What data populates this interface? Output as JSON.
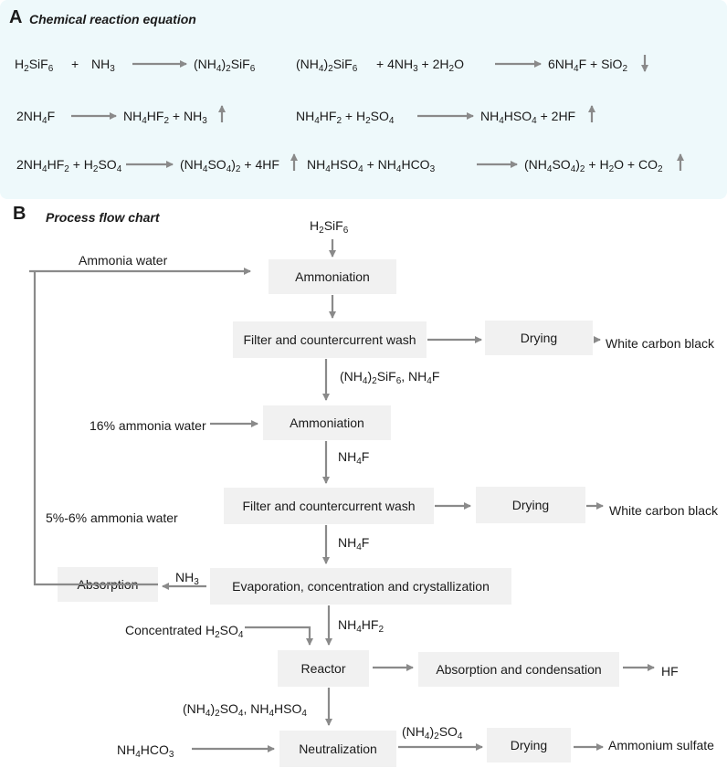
{
  "panel_a": {
    "letter": "A",
    "title": "Chemical reaction equation",
    "equations": [
      [
        [
          {
            "t": "H"
          },
          {
            "s": "2"
          },
          {
            "t": "SiF"
          },
          {
            "s": "6"
          }
        ],
        [
          {
            "t": "+"
          }
        ],
        [
          {
            "t": "NH"
          },
          {
            "s": "3"
          }
        ],
        [
          {
            "t": "(NH"
          },
          {
            "s": "4"
          },
          {
            "t": ")"
          },
          {
            "s": "2"
          },
          {
            "t": "SiF"
          },
          {
            "s": "6"
          }
        ]
      ],
      [
        [
          {
            "t": "(NH"
          },
          {
            "s": "4"
          },
          {
            "t": ")"
          },
          {
            "s": "2"
          },
          {
            "t": "SiF"
          },
          {
            "s": "6"
          }
        ],
        [
          {
            "t": "+ 4NH"
          },
          {
            "s": "3"
          },
          {
            "t": " + 2H"
          },
          {
            "s": "2"
          },
          {
            "t": "O"
          }
        ],
        [
          {
            "t": "6NH"
          },
          {
            "s": "4"
          },
          {
            "t": "F + SiO"
          },
          {
            "s": "2"
          }
        ]
      ],
      [
        [
          {
            "t": "2NH"
          },
          {
            "s": "4"
          },
          {
            "t": "F"
          }
        ],
        [
          {
            "t": "NH"
          },
          {
            "s": "4"
          },
          {
            "t": "HF"
          },
          {
            "s": "2"
          },
          {
            "t": " + NH"
          },
          {
            "s": "3"
          }
        ]
      ],
      [
        [
          {
            "t": "NH"
          },
          {
            "s": "4"
          },
          {
            "t": "HF"
          },
          {
            "s": "2"
          },
          {
            "t": " + H"
          },
          {
            "s": "2"
          },
          {
            "t": "SO"
          },
          {
            "s": "4"
          }
        ],
        [
          {
            "t": "NH"
          },
          {
            "s": "4"
          },
          {
            "t": "HSO"
          },
          {
            "s": "4"
          },
          {
            "t": " + 2HF"
          }
        ]
      ],
      [
        [
          {
            "t": "2NH"
          },
          {
            "s": "4"
          },
          {
            "t": "HF"
          },
          {
            "s": "2"
          },
          {
            "t": " + H"
          },
          {
            "s": "2"
          },
          {
            "t": "SO"
          },
          {
            "s": "4"
          }
        ],
        [
          {
            "t": "(NH"
          },
          {
            "s": "4"
          },
          {
            "t": "SO"
          },
          {
            "s": "4"
          },
          {
            "t": ")"
          },
          {
            "s": "2"
          },
          {
            "t": " + 4HF"
          }
        ]
      ],
      [
        [
          {
            "t": "NH"
          },
          {
            "s": "4"
          },
          {
            "t": "HSO"
          },
          {
            "s": "4"
          },
          {
            "t": " + NH"
          },
          {
            "s": "4"
          },
          {
            "t": "HCO"
          },
          {
            "s": "3"
          }
        ],
        [
          {
            "t": "(NH"
          },
          {
            "s": "4"
          },
          {
            "t": "SO"
          },
          {
            "s": "4"
          },
          {
            "t": ")"
          },
          {
            "s": "2"
          },
          {
            "t": " + H"
          },
          {
            "s": "2"
          },
          {
            "t": "O + CO"
          },
          {
            "s": "2"
          }
        ]
      ]
    ]
  },
  "panel_b": {
    "letter": "B",
    "title": "Process flow chart",
    "boxes": {
      "ammoniation_1": "Ammoniation",
      "filter_wash_1": "Filter and countercurrent wash",
      "drying_1": "Drying",
      "ammoniation_2": "Ammoniation",
      "filter_wash_2": "Filter and countercurrent wash",
      "drying_2": "Drying",
      "evaporation": "Evaporation, concentration and crystallization",
      "absorption": "Absorption",
      "reactor": "Reactor",
      "absorption_condensation": "Absorption and condensation",
      "neutralization": "Neutralization",
      "drying_3": "Drying"
    },
    "labels": {
      "h2sif6": [
        {
          "t": "H"
        },
        {
          "s": "2"
        },
        {
          "t": "SiF"
        },
        {
          "s": "6"
        }
      ],
      "ammonia_water": [
        {
          "t": "Ammonia water"
        }
      ],
      "white_carbon_black_1": [
        {
          "t": "White carbon black"
        }
      ],
      "ammonium_fluorosilicate_nh4f": [
        {
          "t": "(NH"
        },
        {
          "s": "4"
        },
        {
          "t": ")"
        },
        {
          "s": "2"
        },
        {
          "t": "SiF"
        },
        {
          "s": "6"
        },
        {
          "t": ", NH"
        },
        {
          "s": "4"
        },
        {
          "t": "F"
        }
      ],
      "ammonia_water_16": [
        {
          "t": "16% ammonia water"
        }
      ],
      "nh4f_1": [
        {
          "t": "NH"
        },
        {
          "s": "4"
        },
        {
          "t": "F"
        }
      ],
      "ammonia_water_5_6": [
        {
          "t": "5%-6%  ammonia water"
        }
      ],
      "white_carbon_black_2": [
        {
          "t": "White carbon black"
        }
      ],
      "nh4f_2": [
        {
          "t": "NH"
        },
        {
          "s": "4"
        },
        {
          "t": "F"
        }
      ],
      "nh3": [
        {
          "t": "NH"
        },
        {
          "s": "3"
        }
      ],
      "concentrated_h2so4": [
        {
          "t": "Concentrated H"
        },
        {
          "s": "2"
        },
        {
          "t": "SO"
        },
        {
          "s": "4"
        }
      ],
      "nh4hf2": [
        {
          "t": "NH"
        },
        {
          "s": "4"
        },
        {
          "t": "HF"
        },
        {
          "s": "2"
        }
      ],
      "hf": [
        {
          "t": "HF"
        }
      ],
      "sulfate_bisulfate": [
        {
          "t": "(NH"
        },
        {
          "s": "4"
        },
        {
          "t": ")"
        },
        {
          "s": "2"
        },
        {
          "t": "SO"
        },
        {
          "s": "4"
        },
        {
          "t": ", NH"
        },
        {
          "s": "4"
        },
        {
          "t": "HSO"
        },
        {
          "s": "4"
        }
      ],
      "nh4hco3": [
        {
          "t": "NH"
        },
        {
          "s": "4"
        },
        {
          "t": "HCO"
        },
        {
          "s": "3"
        }
      ],
      "ammonium_sulfate_formula": [
        {
          "t": "(NH"
        },
        {
          "s": "4"
        },
        {
          "t": ")"
        },
        {
          "s": "2"
        },
        {
          "t": "SO"
        },
        {
          "s": "4"
        }
      ],
      "ammonium_sulfate": [
        {
          "t": "Ammonium sulfate"
        }
      ]
    },
    "colors": {
      "arrow": "#8a8a8a",
      "box_fill": "#f1f1f1",
      "panel_a_bg": "#eef9fb"
    }
  }
}
